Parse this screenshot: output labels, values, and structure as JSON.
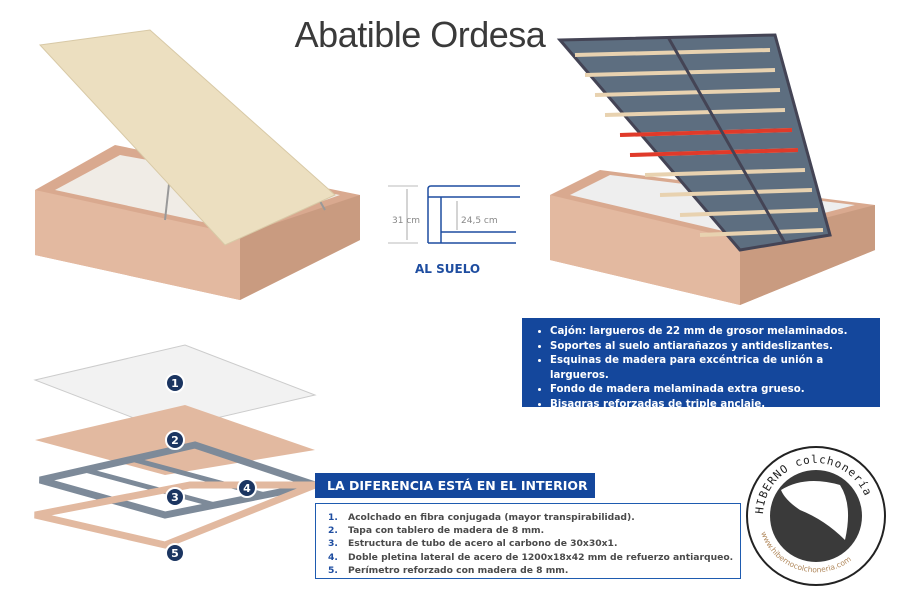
{
  "title": "Abatible Ordesa",
  "dimension_diagram": {
    "outer_height": "31 cm",
    "inner_height": "24,5 cm",
    "label": "AL SUELO"
  },
  "features": [
    "Cajón: largueros de 22 mm de grosor melaminados.",
    "Soportes al suelo antiarañazos y antideslizantes.",
    "Esquinas de madera para excéntrica de unión a largueros.",
    "Fondo de madera melaminada extra grueso.",
    "Bisagras reforzadas de triple anclaje."
  ],
  "layer_markers": [
    "1",
    "2",
    "3",
    "4",
    "5"
  ],
  "diff_header": "LA DIFERENCIA ESTÁ EN EL INTERIOR",
  "parts": [
    {
      "n": "1.",
      "text": "Acolchado en fibra conjugada (mayor transpirabilidad)."
    },
    {
      "n": "2.",
      "text": "Tapa con tablero de madera de 8 mm."
    },
    {
      "n": "3.",
      "text": "Estructura de tubo de acero al carbono de 30x30x1."
    },
    {
      "n": "4.",
      "text": "Doble pletina lateral de acero de 1200x18x42 mm de refuerzo antiarqueo."
    },
    {
      "n": "5.",
      "text": "Perímetro reforzado con madera de 8 mm."
    }
  ],
  "logo": {
    "brand": "HIBERNO",
    "sub": "colchonería",
    "url": "www.hibernocolchoneria.com"
  },
  "colors": {
    "blue": "#14479c",
    "wood": "#e2b9a0",
    "lid": "#ece1c4",
    "navy": "#1b3561"
  }
}
